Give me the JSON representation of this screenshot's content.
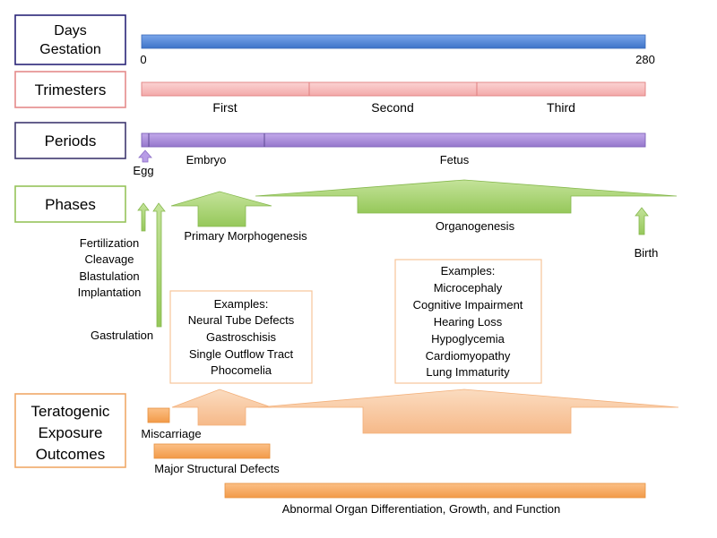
{
  "rows": {
    "days": {
      "label_line1": "Days",
      "label_line2": "Gestation",
      "start": "0",
      "end": "280"
    },
    "trimesters": {
      "label": "Trimesters",
      "items": [
        "First",
        "Second",
        "Third"
      ]
    },
    "periods": {
      "label": "Periods",
      "egg": "Egg",
      "embryo": "Embryo",
      "fetus": "Fetus"
    },
    "phases": {
      "label": "Phases",
      "early_events": [
        "Fertilization",
        "Cleavage",
        "Blastulation",
        "Implantation"
      ],
      "gastrulation": "Gastrulation",
      "primary_morphogenesis": "Primary Morphogenesis",
      "organogenesis": "Organogenesis",
      "birth": "Birth"
    },
    "outcomes": {
      "label_line1": "Teratogenic",
      "label_line2": "Exposure",
      "label_line3": "Outcomes",
      "miscarriage": "Miscarriage",
      "major_structural": "Major Structural Defects",
      "abnormal_organ": "Abnormal Organ Differentiation, Growth, and Function"
    }
  },
  "examples_left": {
    "title": "Examples:",
    "items": [
      "Neural Tube Defects",
      "Gastroschisis",
      "Single Outflow Tract",
      "Phocomelia"
    ]
  },
  "examples_right": {
    "title": "Examples:",
    "items": [
      "Microcephaly",
      "Cognitive Impairment",
      "Hearing Loss",
      "Hypoglycemia",
      "Cardiomyopathy",
      "Lung Immaturity"
    ]
  },
  "colors": {
    "days_border": "#2a2478",
    "blue_bar": "#4f86d6",
    "tri_border": "#e58b8b",
    "tri_bar": "#f7bcbc",
    "period_border": "#3f3870",
    "purple_bar": "#a98bd6",
    "phase_border": "#96c35a",
    "green": "#a7d36b",
    "outcome_border": "#f0a868",
    "orange": "#f7a85e",
    "peach": "#f9cba3"
  }
}
